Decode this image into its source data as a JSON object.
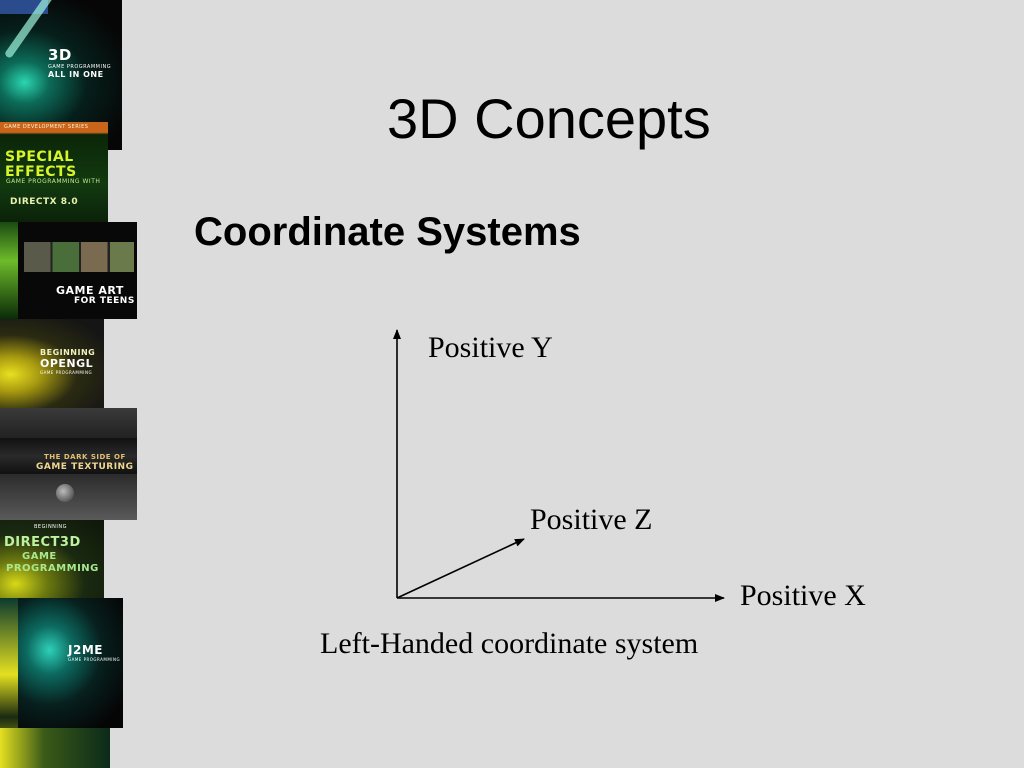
{
  "slide": {
    "title": "3D Concepts",
    "subtitle": "Coordinate Systems"
  },
  "diagram": {
    "y_label": "Positive Y",
    "z_label": "Positive Z",
    "x_label": "Positive X",
    "caption": "Left-Handed coordinate system"
  },
  "book_covers": [
    {
      "icon": "book-cover-3d-game-programming",
      "line1": "3D",
      "line2": "GAME PROGRAMMING",
      "line3": "ALL IN ONE"
    },
    {
      "icon": "book-cover-special-effects",
      "top": "GAME DEVELOPMENT SERIES",
      "line1": "SPECIAL EFFECTS",
      "line2": "GAME PROGRAMMING WITH",
      "line3": "DIRECTX 8.0"
    },
    {
      "icon": "book-cover-game-art-for-teens",
      "line1": "GAME ART",
      "line2": "FOR TEENS"
    },
    {
      "icon": "book-cover-beginning-opengl",
      "line1": "BEGINNING",
      "line2": "OPENGL",
      "line3": "GAME PROGRAMMING"
    },
    {
      "icon": "book-cover-dark-side-of-game-texturing",
      "line1": "THE DARK SIDE OF",
      "line2": "GAME TEXTURING"
    },
    {
      "icon": "book-cover-beginning-direct3d",
      "line1": "BEGINNING",
      "line2": "DIRECT3D",
      "line3": "GAME",
      "line4": "PROGRAMMING"
    },
    {
      "icon": "book-cover-j2me",
      "line1": "J2ME",
      "line2": "GAME PROGRAMMING"
    }
  ],
  "colors": {
    "background": "#dcdcdc",
    "text": "#000000"
  }
}
